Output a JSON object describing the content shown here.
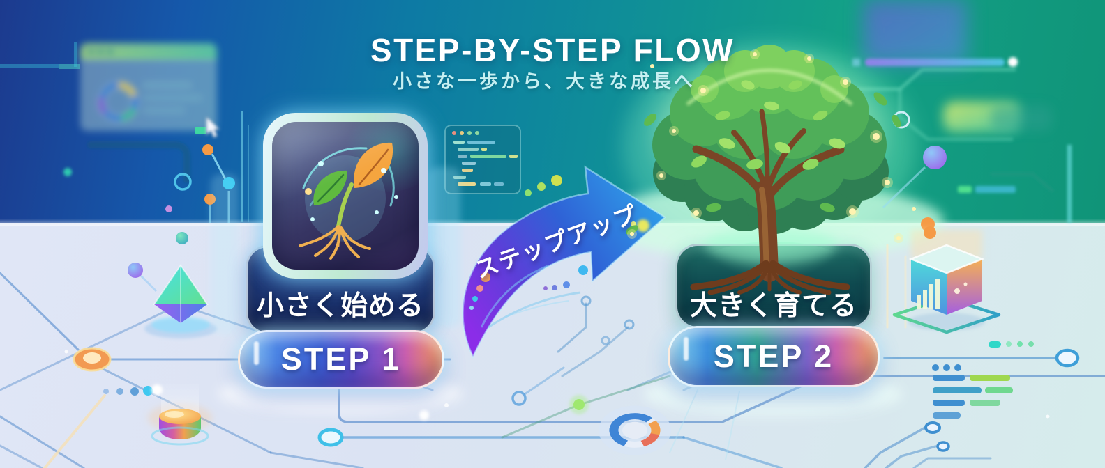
{
  "header": {
    "title": "STEP-BY-STEP FLOW",
    "subtitle": "小さな一歩から、大きな成長へ"
  },
  "flow": {
    "arrow_label": "ステップアップ",
    "steps": [
      {
        "badge": "STEP 1",
        "label": "小さく始める",
        "icon": "seedling-icon"
      },
      {
        "badge": "STEP 2",
        "label": "大きく育てる",
        "icon": "tree-icon"
      }
    ]
  },
  "decorations": [
    "browser-window-mockup",
    "code-editor-mockup",
    "cursor-pointer-icon",
    "donut-chart-decoration",
    "bar-chart-cube",
    "crystal-prism",
    "gradient-cylinder",
    "gradient-spheres",
    "circuit-traces",
    "glow-particles"
  ],
  "colors": {
    "sky_left": "#1d3c8e",
    "sky_mid": "#0d7fa0",
    "sky_right": "#14a086",
    "floor": "#dde4f3",
    "panel_navy": "#1c3268",
    "panel_teal": "#0f4a50",
    "arrow_purple": "#8b2de8",
    "arrow_blue": "#2f9de8",
    "step_bar_blue": "#3b5ed2",
    "step_bar_magenta": "#c95fae",
    "step_bar_orange": "#f59a55",
    "title_text": "#ffffff",
    "subtitle_text": "#c7f0f2"
  }
}
